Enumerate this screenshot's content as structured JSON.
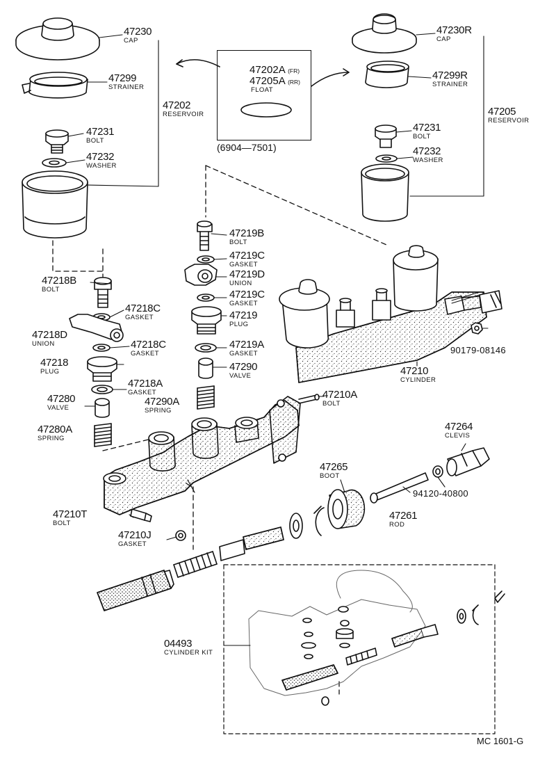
{
  "parts": [
    {
      "key": "p47230",
      "number": "47230",
      "name": "CAP"
    },
    {
      "key": "p47299",
      "number": "47299",
      "name": "STRAINER"
    },
    {
      "key": "p47202",
      "number": "47202",
      "name": "RESERVOIR"
    },
    {
      "key": "p47231L",
      "number": "47231",
      "name": "BOLT"
    },
    {
      "key": "p47232L",
      "number": "47232",
      "name": "WASHER"
    },
    {
      "key": "p47230R",
      "number": "47230R",
      "name": "CAP"
    },
    {
      "key": "p47299R",
      "number": "47299R",
      "name": "STRAINER"
    },
    {
      "key": "p47205",
      "number": "47205",
      "name": "RESERVOIR"
    },
    {
      "key": "p47231R",
      "number": "47231",
      "name": "BOLT"
    },
    {
      "key": "p47232R",
      "number": "47232",
      "name": "WASHER"
    },
    {
      "key": "p47219B",
      "number": "47219B",
      "name": "BOLT"
    },
    {
      "key": "p47219C1",
      "number": "47219C",
      "name": "GASKET"
    },
    {
      "key": "p47219D",
      "number": "47219D",
      "name": "UNION"
    },
    {
      "key": "p47219C2",
      "number": "47219C",
      "name": "GASKET"
    },
    {
      "key": "p47219",
      "number": "47219",
      "name": "PLUG"
    },
    {
      "key": "p47219A",
      "number": "47219A",
      "name": "GASKET"
    },
    {
      "key": "p47290",
      "number": "47290",
      "name": "VALVE"
    },
    {
      "key": "p47290A",
      "number": "47290A",
      "name": "SPRING"
    },
    {
      "key": "p47218B",
      "number": "47218B",
      "name": "BOLT"
    },
    {
      "key": "p47218C1",
      "number": "47218C",
      "name": "GASKET"
    },
    {
      "key": "p47218D",
      "number": "47218D",
      "name": "UNION"
    },
    {
      "key": "p47218C2",
      "number": "47218C",
      "name": "GASKET"
    },
    {
      "key": "p47218",
      "number": "47218",
      "name": "PLUG"
    },
    {
      "key": "p47218A",
      "number": "47218A",
      "name": "GASKET"
    },
    {
      "key": "p47280",
      "number": "47280",
      "name": "VALVE"
    },
    {
      "key": "p47280A",
      "number": "47280A",
      "name": "SPRING"
    },
    {
      "key": "p47210",
      "number": "47210",
      "name": "CYLINDER"
    },
    {
      "key": "p47210A",
      "number": "47210A",
      "name": "BOLT"
    },
    {
      "key": "p47264",
      "number": "47264",
      "name": "CLEVIS"
    },
    {
      "key": "p47265",
      "number": "47265",
      "name": "BOOT"
    },
    {
      "key": "p47261",
      "number": "47261",
      "name": "ROD"
    },
    {
      "key": "p47210T",
      "number": "47210T",
      "name": "BOLT"
    },
    {
      "key": "p47210J",
      "number": "47210J",
      "name": "GASKET"
    },
    {
      "key": "p04493",
      "number": "04493",
      "name": "CYLINDER KIT"
    }
  ],
  "codes": {
    "c90179": "90179-08146",
    "c94120": "94120-40800"
  },
  "float_box": {
    "line1_number": "47202A",
    "line1_tag": "(FR)",
    "line2_number": "47205A",
    "line2_tag": "(RR)",
    "name": "FLOAT"
  },
  "date_range": "(6904—7501)",
  "figure_code": "MC 1601-G"
}
